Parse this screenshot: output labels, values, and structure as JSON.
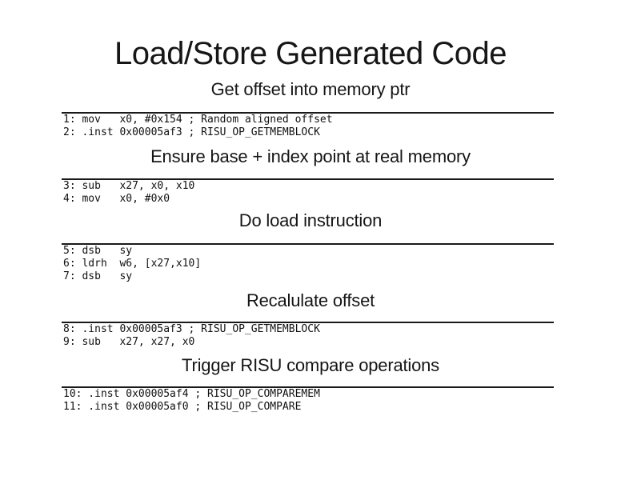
{
  "slide": {
    "title": "Load/Store Generated Code",
    "colors": {
      "background": "#ffffff",
      "text": "#111111",
      "rule": "#1a1a1a"
    },
    "sections": [
      {
        "heading": "Get offset into memory ptr",
        "code": [
          "1: mov   x0, #0x154 ; Random aligned offset",
          "2: .inst 0x00005af3 ; RISU_OP_GETMEMBLOCK"
        ]
      },
      {
        "heading": "Ensure base + index point at real memory",
        "code": [
          "3: sub   x27, x0, x10",
          "4: mov   x0, #0x0"
        ]
      },
      {
        "heading": "Do load instruction",
        "code": [
          "5: dsb   sy",
          "6: ldrh  w6, [x27,x10]",
          "7: dsb   sy"
        ]
      },
      {
        "heading": "Recalulate offset",
        "code": [
          "8: .inst 0x00005af3 ; RISU_OP_GETMEMBLOCK",
          "9: sub   x27, x27, x0"
        ]
      },
      {
        "heading": "Trigger RISU compare operations",
        "code": [
          "10: .inst 0x00005af4 ; RISU_OP_COMPAREMEM",
          "11: .inst 0x00005af0 ; RISU_OP_COMPARE"
        ]
      }
    ]
  }
}
